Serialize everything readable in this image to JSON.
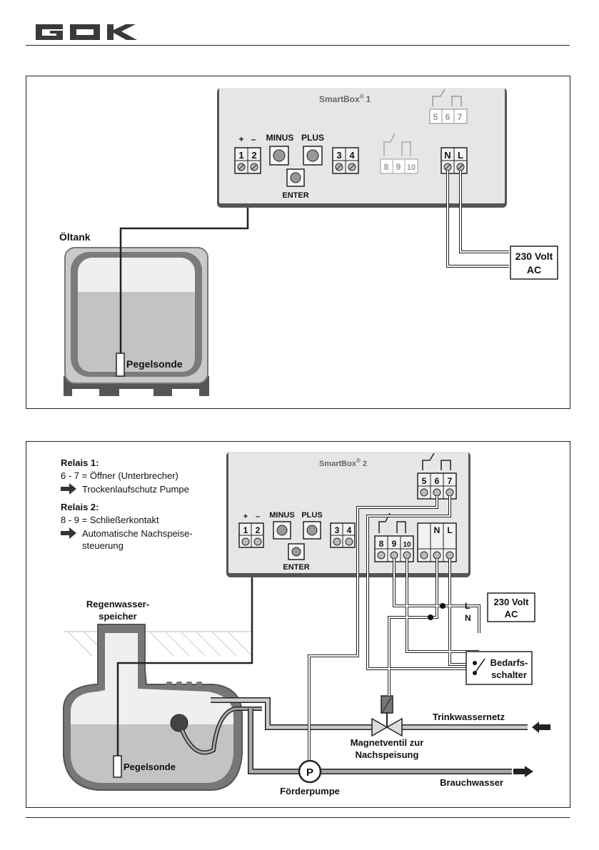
{
  "header": {
    "logo_text": "GOK"
  },
  "diagram1": {
    "title": "SmartBox",
    "title_mark": "®",
    "title_num": "1",
    "terminals": {
      "t1": "1",
      "t2": "2",
      "t3": "3",
      "t4": "4",
      "t5": "5",
      "t6": "6",
      "t7": "7",
      "t8": "8",
      "t9": "9",
      "t10": "10",
      "tN": "N",
      "tL": "L"
    },
    "polarity_plus": "+",
    "polarity_minus": "–",
    "btn_minus": "MINUS",
    "btn_plus": "PLUS",
    "btn_enter": "ENTER",
    "tank_label": "Öltank",
    "probe_label": "Pegelsonde",
    "power_line1": "230 Volt",
    "power_line2": "AC"
  },
  "diagram2": {
    "title": "SmartBox",
    "title_mark": "®",
    "title_num": "2",
    "terminals": {
      "t1": "1",
      "t2": "2",
      "t3": "3",
      "t4": "4",
      "t5": "5",
      "t6": "6",
      "t7": "7",
      "t8": "8",
      "t9": "9",
      "t10": "10",
      "tN": "N",
      "tL": "L"
    },
    "polarity_plus": "+",
    "polarity_minus": "–",
    "btn_minus": "MINUS",
    "btn_plus": "PLUS",
    "btn_enter": "ENTER",
    "relay1_heading": "Relais 1:",
    "relay1_line1": "6 - 7 = Öffner (Unterbrecher)",
    "relay1_line2": "Trockenlaufschutz Pumpe",
    "relay2_heading": "Relais 2:",
    "relay2_line1": "8 - 9 = Schließerkontakt",
    "relay2_line2a": "Automatische Nachspeise-",
    "relay2_line2b": "steuerung",
    "storage_line1": "Regenwasser-",
    "storage_line2": "speicher",
    "probe_label": "Pegelsonde",
    "line_L": "L",
    "line_N": "N",
    "power_line1": "230 Volt",
    "power_line2": "AC",
    "switch_line1": "Bedarfs-",
    "switch_line2": "schalter",
    "drinking_water": "Trinkwassernetz",
    "valve_line1": "Magnetventil zur",
    "valve_line2": "Nachspeisung",
    "pump_symbol": "P",
    "pump_label": "Förderpumpe",
    "service_water": "Brauchwasser"
  }
}
